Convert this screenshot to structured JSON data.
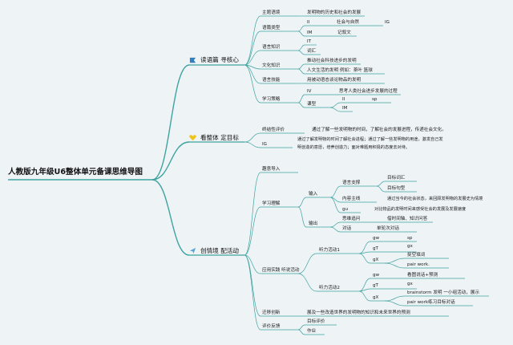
{
  "root": "人教版九年级U6整体单元备课思维导图",
  "branches": [
    {
      "label": "读语篇 寻核心",
      "icon": "flag-icon",
      "color": "#2f7fc1"
    },
    {
      "label": "看整体 定目标",
      "icon": "heart-icon",
      "color": "#f0c419"
    },
    {
      "label": "创情境 配活动",
      "icon": "paper-plane-icon",
      "color": "#5aa5d6"
    }
  ],
  "reading": {
    "theme": "主题语境",
    "theme_v": "发明物的历史和社会的发展",
    "genre": "语篇类型",
    "genre_1": "II",
    "genre_1a": "社会与自然",
    "genre_1b": "IG",
    "genre_2": "IM",
    "genre_2a": "记叙文",
    "lang_know": "语言知识",
    "lang_1": "IT",
    "lang_2": "词汇",
    "culture": "文化知识",
    "culture_1": "推动社会科技进步的发明",
    "culture_2": "人文生活的发明 例如：茶叶 篮球",
    "skill": "语言技能",
    "skill_v": "用被动语态谈论物品的发明",
    "strategy": "学习策略",
    "strat_1": "IV",
    "strat_1a": "思考人类社会进步发展的过程",
    "strat_2": "课型",
    "strat_2a": "II",
    "strat_2b": "sp",
    "strat_2c": "IM"
  },
  "goals": {
    "summative": "终结性评价",
    "summative_v": "通过了解一些发明物的时间，了解社会的发展进程，传递社会文化。",
    "ig": "IG",
    "ig_v1": "通过了解发明物的时间了解社会进程；通过了解一些发明物的用途，激发自己发",
    "ig_v2": "明创造的意愿，培养创造力；面对难题用积极的态度去对待。"
  },
  "activities": {
    "warmup": "趣意导入",
    "understand": "学习理解",
    "input": "输入",
    "lang_support": "语言支撑",
    "ls_1": "目标词汇",
    "ls_2": "目标句型",
    "content": "内容主线",
    "content_1": "通过当今的社会状态，来回顾发明物的发展史为情境",
    "content_2": "gu",
    "content_2a": "对比物品的发明时间来感受社会的发展及发展速度",
    "output": "输出",
    "out_1": "思维追问",
    "out_1a": "借时间轴、知识问答",
    "out_2": "对话",
    "out_2a": "单轮次对话",
    "apply": "应用实践 听说活动",
    "listen1": "听力活动1",
    "l1_a": "gw",
    "l1_a1": "sp",
    "l1_b": "gT",
    "l1_b1": "gx",
    "l1_c": "gX",
    "l1_c1": "捉空填词",
    "l1_c2": "pair work.",
    "listen2": "听力活动2",
    "l2_a": "gw",
    "l2_a1": "看图说话+预测",
    "l2_b": "gT",
    "l2_b1": "gx",
    "l2_c": "gX",
    "l2_c1": "brainstorm 发明 一小组活动，展示",
    "l2_c2": "pair work练习目标对话",
    "transfer": "迁移创新",
    "transfer_v": "展及一些改造世界的发明物的知识和未来世界的预测",
    "evaluate": "评价反馈",
    "eval_1": "目标评价",
    "eval_2": "作业"
  }
}
